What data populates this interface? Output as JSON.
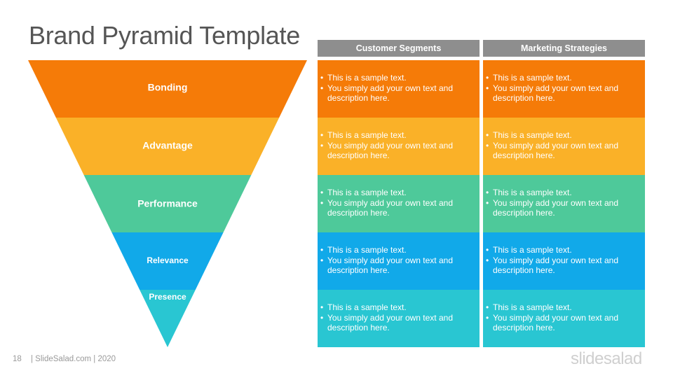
{
  "title": "Brand Pyramid Template",
  "colors": {
    "header": "#8e8e8e",
    "levels": [
      "#f57b08",
      "#fab128",
      "#4ec99a",
      "#11a9e9",
      "#29c6d2"
    ]
  },
  "pyramid": {
    "levels": [
      {
        "label": "Bonding"
      },
      {
        "label": "Advantage"
      },
      {
        "label": "Performance"
      },
      {
        "label": "Relevance"
      },
      {
        "label": "Presence"
      }
    ]
  },
  "table": {
    "headers": [
      "Customer Segments",
      "Marketing Strategies"
    ],
    "rows": [
      [
        [
          "This is a sample text.",
          "You simply add your own text and description here."
        ],
        [
          "This is a sample text.",
          "You simply add your own text and description here."
        ]
      ],
      [
        [
          "This is a sample text.",
          "You simply add your own text and description here."
        ],
        [
          "This is a sample text.",
          "You simply add your own text and description here."
        ]
      ],
      [
        [
          "This is a sample text.",
          "You simply add your own text and description here."
        ],
        [
          "This is a sample text.",
          "You simply add your own text and description here."
        ]
      ],
      [
        [
          "This is a sample text.",
          "You simply add your own text and description here."
        ],
        [
          "This is a sample text.",
          "You simply add your own text and description here."
        ]
      ],
      [
        [
          "This is a sample text.",
          "You simply add your own text and description here."
        ],
        [
          "This is a sample text.",
          "You simply add your own text and description here."
        ]
      ]
    ]
  },
  "footer": {
    "page_number": "18",
    "text": "| SlideSalad.com | 2020"
  },
  "logo": "slidesalad"
}
